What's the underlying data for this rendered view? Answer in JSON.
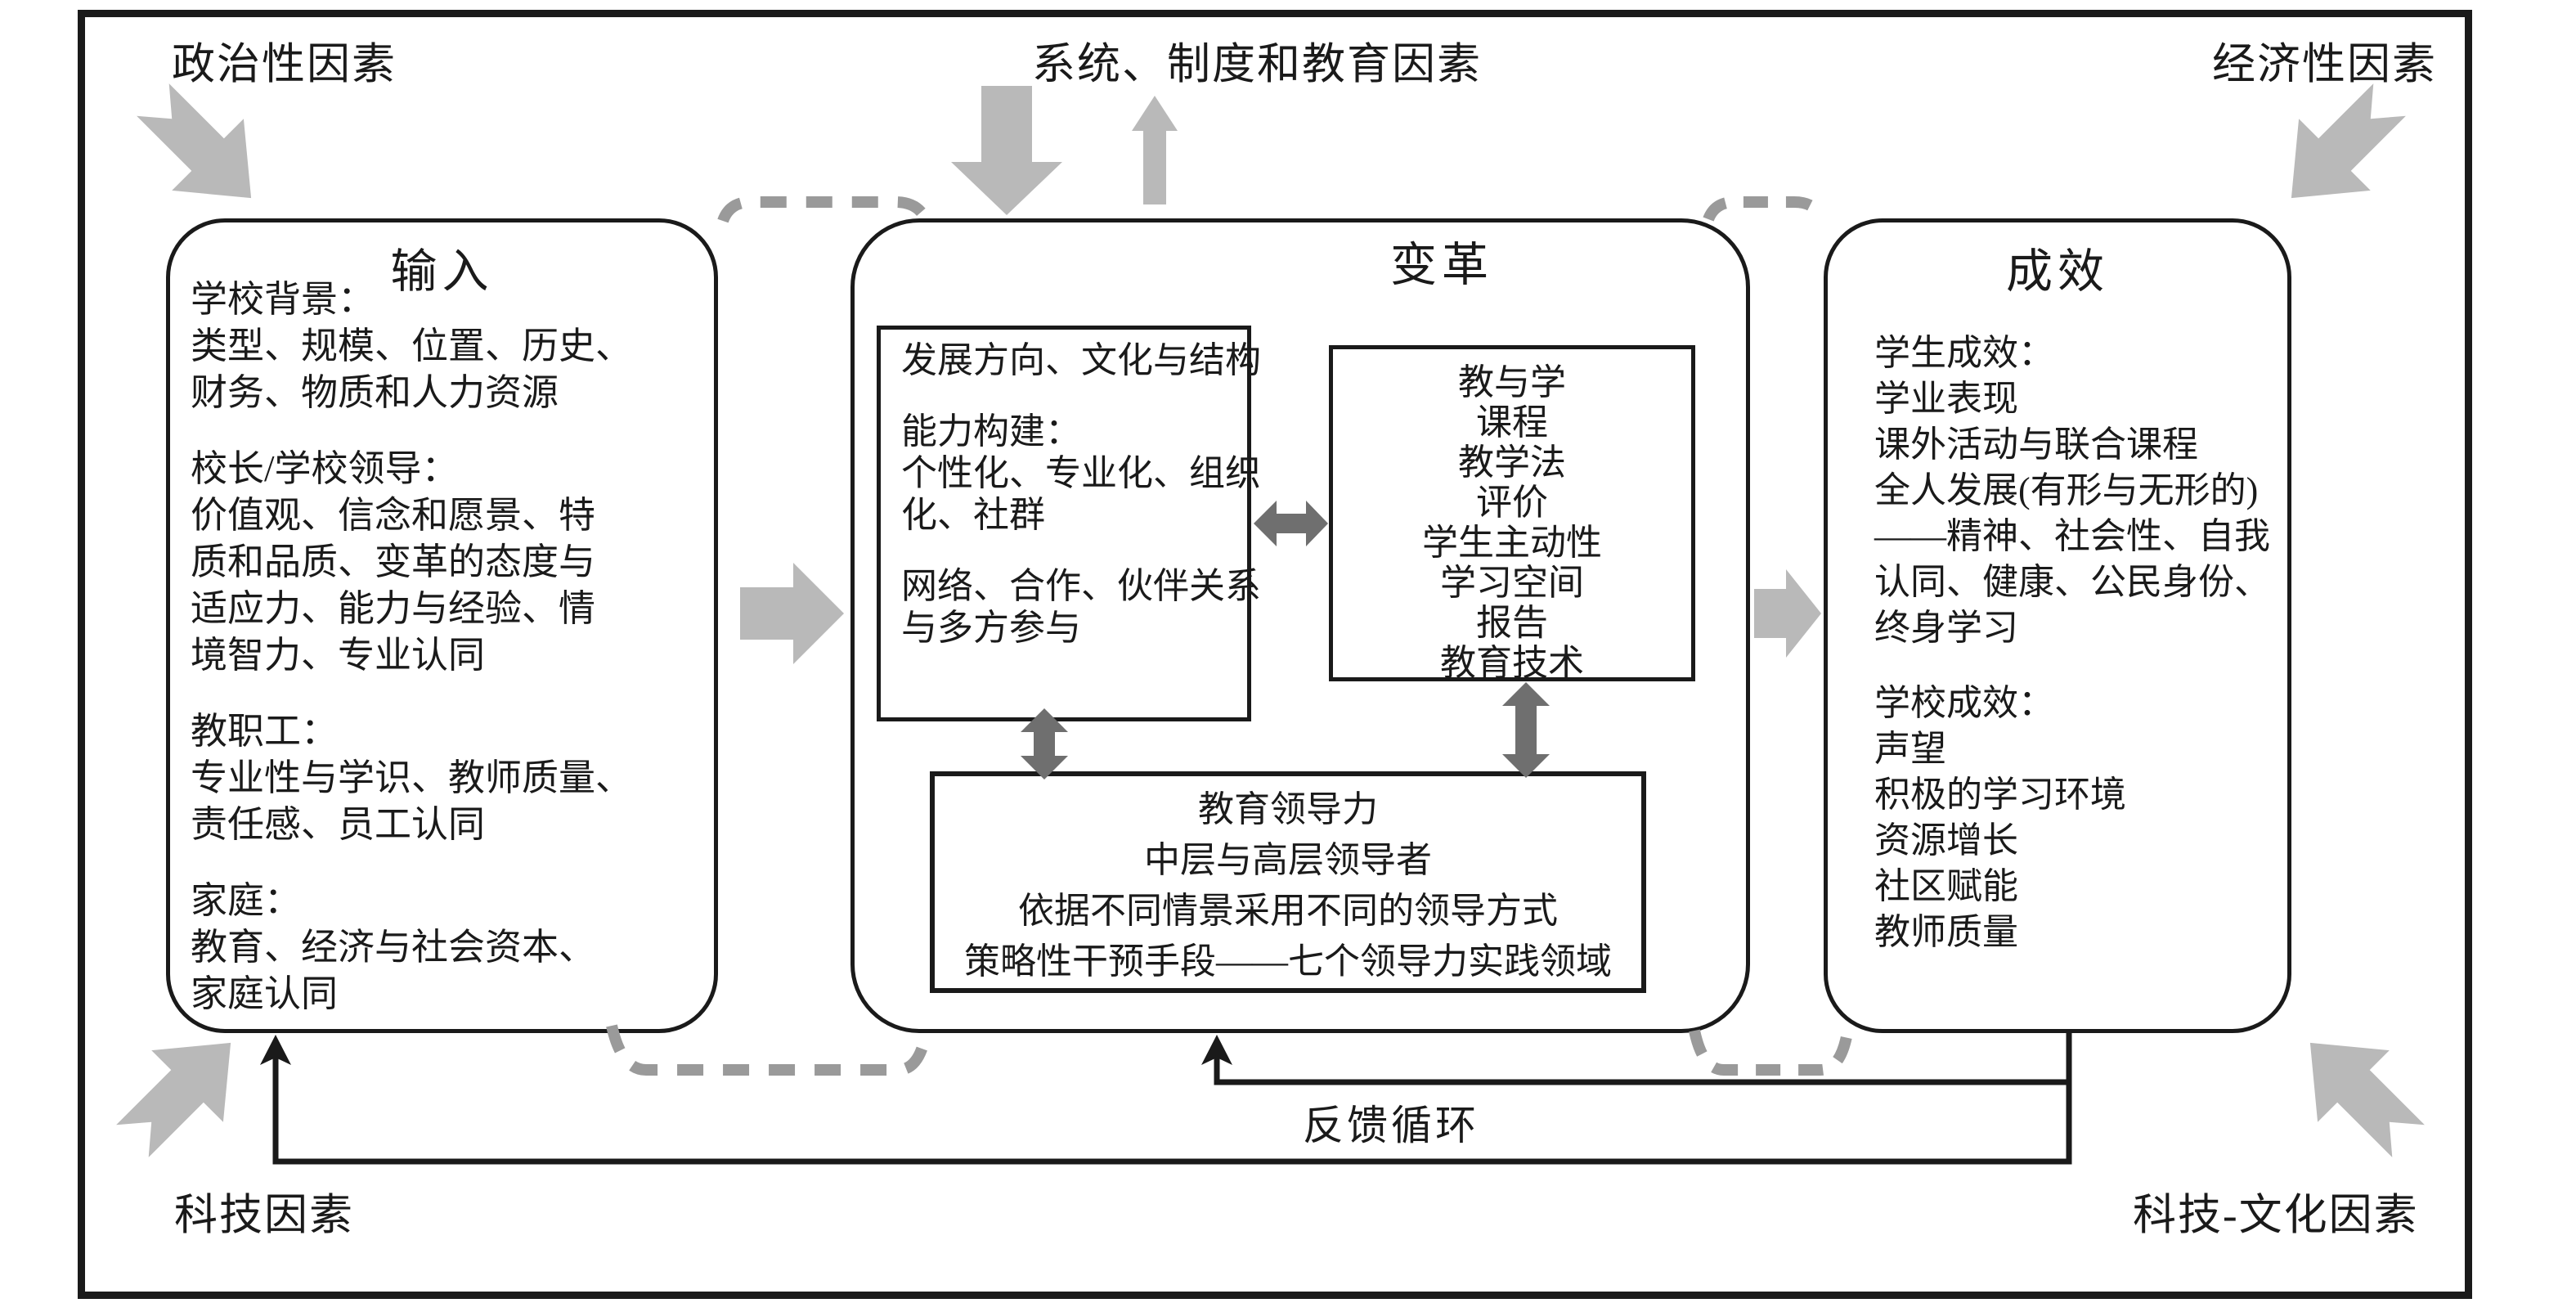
{
  "corner_labels": {
    "top_left": "政治性因素",
    "top_center": "系统、制度和教育因素",
    "top_right": "经济性因素",
    "bottom_left": "科技因素",
    "bottom_right": "科技-文化因素"
  },
  "feedback_label": "反馈循环",
  "boxes": {
    "input": {
      "title": "输入",
      "lines": [
        "学校背景：",
        "类型、规模、位置、历史、",
        "财务、物质和人力资源",
        "",
        "校长/学校领导：",
        "价值观、信念和愿景、特",
        "质和品质、变革的态度与",
        "适应力、能力与经验、情",
        "境智力、专业认同",
        "",
        "教职工：",
        "专业性与学识、教师质量、",
        "责任感、员工认同",
        "",
        "家庭：",
        "教育、经济与社会资本、",
        "家庭认同"
      ]
    },
    "change": {
      "title": "变革",
      "direction_box": {
        "lines": [
          "发展方向、文化与结构",
          "",
          "能力构建：",
          "个性化、专业化、组织",
          "化、社群",
          "",
          "网络、合作、伙伴关系",
          "与多方参与"
        ]
      },
      "teaching_box": {
        "lines": [
          "教与学",
          "课程",
          "教学法",
          "评价",
          "学生主动性",
          "学习空间",
          "报告",
          "教育技术"
        ]
      },
      "leadership_box": {
        "lines": [
          "教育领导力",
          "中层与高层领导者",
          "依据不同情景采用不同的领导方式",
          "策略性干预手段——七个领导力实践领域"
        ]
      }
    },
    "outcome": {
      "title": "成效",
      "lines": [
        "学生成效：",
        "学业表现",
        "课外活动与联合课程",
        "全人发展(有形与无形的)",
        "——精神、社会性、自我",
        "认同、健康、公民身份、",
        "终身学习",
        "",
        "学校成效：",
        "声望",
        "积极的学习环境",
        "资源增长",
        "社区赋能",
        "教师质量"
      ]
    }
  },
  "colors": {
    "line": "#1a1a1a",
    "light_arrow": "#b9b9b9",
    "dark_arrow": "#6f6f6f",
    "dashed": "#9a9a9a"
  }
}
